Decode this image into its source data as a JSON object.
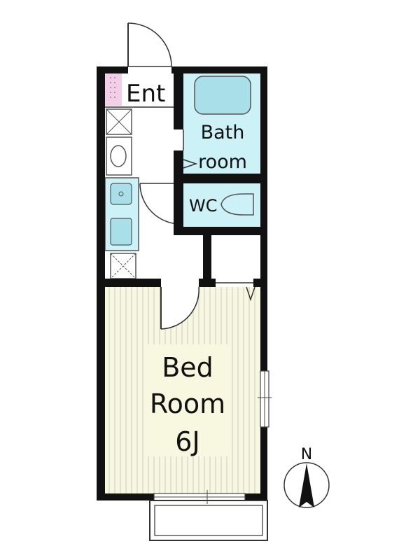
{
  "rooms": {
    "entrance": "Ent",
    "bath_line1": "Bath",
    "bath_line2": "room",
    "wc": "WC",
    "bed_line1": "Bed",
    "bed_line2": "Room",
    "bed_size": "6J"
  },
  "compass": {
    "label": "N"
  },
  "colors": {
    "wall": "#111111",
    "wet_area": "#ccf2f8",
    "fixture": "#a8dfe8",
    "floor": "#f7f8df",
    "stripe": "#c8c8c8",
    "genkan": "#f2cfe6"
  }
}
